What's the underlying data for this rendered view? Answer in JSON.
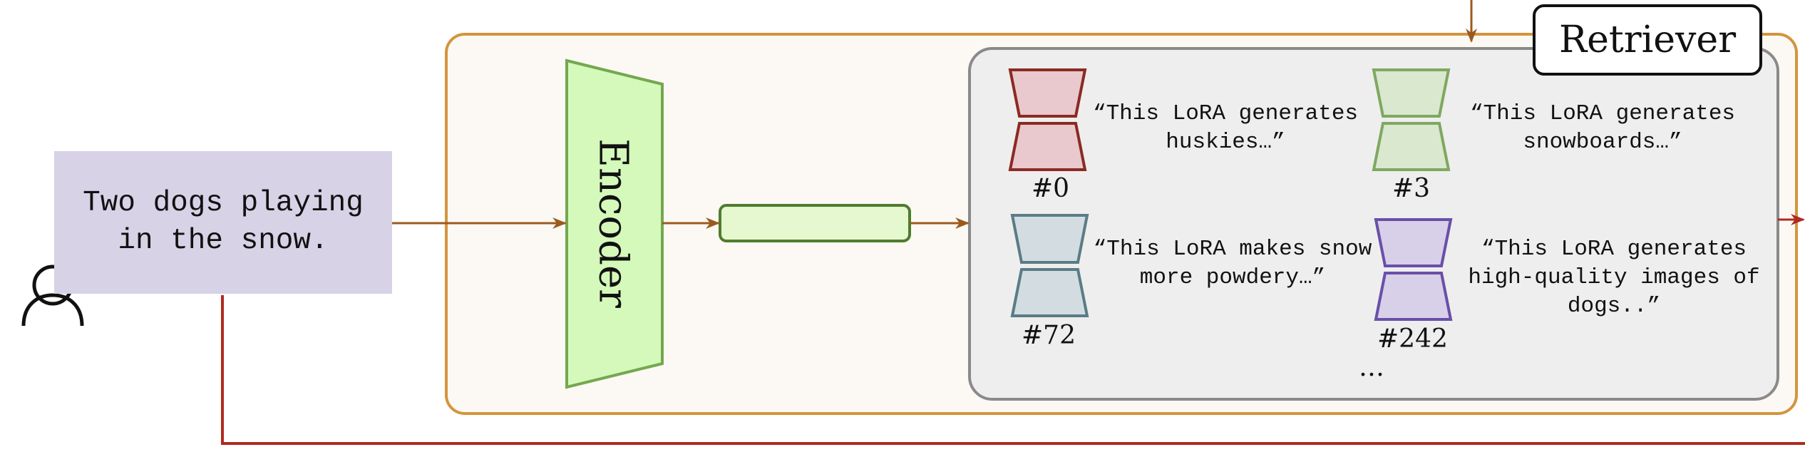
{
  "query": {
    "text": "Two dogs playing in the snow."
  },
  "encoder": {
    "label": "Encoder"
  },
  "retriever": {
    "label": "Retriever"
  },
  "loras": [
    {
      "id": "#0",
      "description": "“This LoRA generates huskies…”",
      "fill": "#e9c9cd",
      "stroke": "#8b2a22"
    },
    {
      "id": "#3",
      "description": "“This LoRA generates snowboards…”",
      "fill": "#d9e8cf",
      "stroke": "#7fa860"
    },
    {
      "id": "#72",
      "description": "“This LoRA makes snow more powdery…”",
      "fill": "#d3dde1",
      "stroke": "#5a7c86"
    },
    {
      "id": "#242",
      "description": "“This LoRA generates high-quality images of dogs..”",
      "fill": "#d7d0e8",
      "stroke": "#6a4fa8"
    }
  ],
  "more_indicator": "…",
  "colors": {
    "module_border": "#d4943e",
    "module_fill": "#fcf9f4",
    "pool_border": "#8a8a8a",
    "pool_fill": "#eeeeee",
    "encoder_fill": "#d4f9bb",
    "encoder_stroke": "#74a84f",
    "embedding_fill": "#e5f8d0",
    "embedding_stroke": "#4f7c2e",
    "arrow": "#9b5a1e",
    "bypass": "#b02a1e"
  }
}
